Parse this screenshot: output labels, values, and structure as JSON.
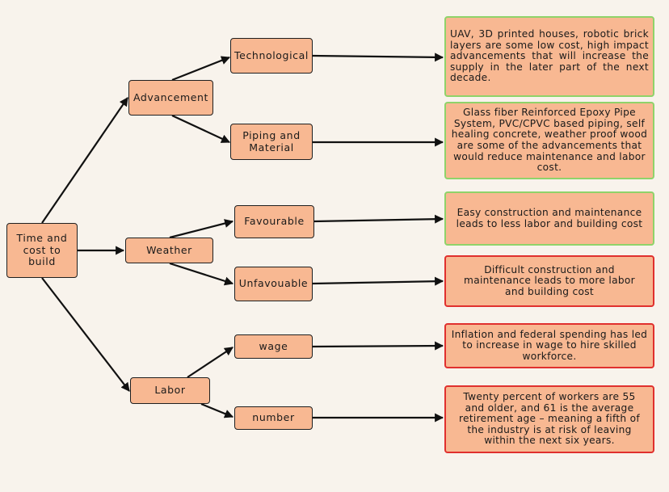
{
  "colors": {
    "background": "#f8f3ec",
    "node_fill": "#f8b892",
    "node_border": "#1f1f1f",
    "favourable_border": "#8fd36a",
    "unfavourable_border": "#e0302e"
  },
  "root": {
    "label": "Time and cost to build"
  },
  "branches": {
    "advancement": {
      "label": "Advancement",
      "technological": {
        "label": "Technological",
        "detail": "UAV, 3D printed houses, robotic brick layers are some low cost, high impact advancements that will increase the supply in the later part of the next decade."
      },
      "piping": {
        "label": "Piping and Material",
        "detail": "Glass fiber Reinforced Epoxy Pipe System, PVC/CPVC based piping, self healing concrete, weather proof wood are some of the advancements that would reduce maintenance and labor cost."
      }
    },
    "weather": {
      "label": "Weather",
      "favourable": {
        "label": "Favourable",
        "detail": "Easy construction and maintenance leads to less labor and building cost"
      },
      "unfavourable": {
        "label": "Unfavouable",
        "detail": "Difficult construction and maintenance leads to more labor and building cost"
      }
    },
    "labor": {
      "label": "Labor",
      "wage": {
        "label": "wage",
        "detail": "Inflation and federal spending has led to increase in wage to hire skilled workforce."
      },
      "number": {
        "label": "number",
        "detail": "Twenty percent of workers are 55 and older, and 61 is the average retirement age – meaning a fifth of the industry is at risk of leaving within the next six years."
      }
    }
  }
}
